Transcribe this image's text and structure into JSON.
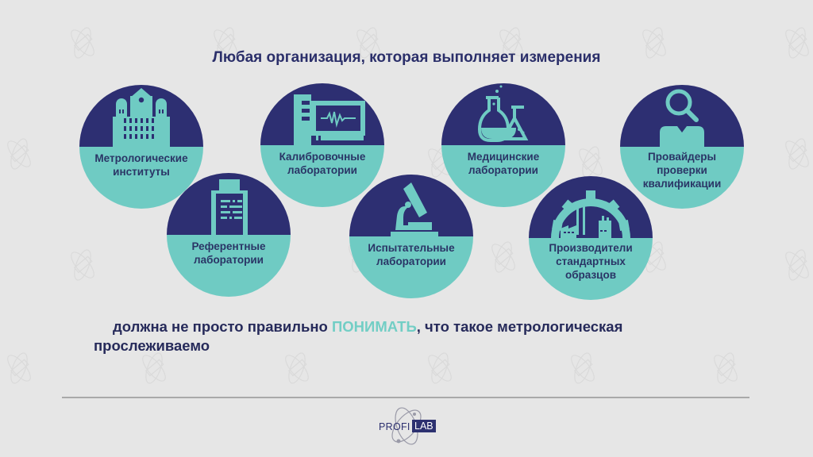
{
  "slide": {
    "title": "Любая организация, которая выполняет измерения",
    "circles": [
      {
        "label_line1": "Метрологические",
        "label_line2": "институты",
        "label_line3": "",
        "icon": "building-icon"
      },
      {
        "label_line1": "Калибровочные",
        "label_line2": "лаборатории",
        "label_line3": "",
        "icon": "calibration-monitor-icon"
      },
      {
        "label_line1": "Медицинские",
        "label_line2": "лаборатории",
        "label_line3": "",
        "icon": "lab-flasks-icon"
      },
      {
        "label_line1": "Провайдеры",
        "label_line2": "проверки",
        "label_line3": "квалификации",
        "icon": "magnifier-person-icon"
      },
      {
        "label_line1": "Референтные",
        "label_line2": "лаборатории",
        "label_line3": "",
        "icon": "clipboard-icon"
      },
      {
        "label_line1": "Испытательные",
        "label_line2": "лаборатории",
        "label_line3": "",
        "icon": "microscope-icon"
      },
      {
        "label_line1": "Производители",
        "label_line2": "стандартных",
        "label_line3": "образцов",
        "icon": "gear-factory-icon"
      }
    ],
    "body": {
      "part1": "должна не просто правильно ",
      "highlight": "ПОНИМАТЬ",
      "part2": ", что такое метрологическая прослеживаемо"
    },
    "logo": {
      "left": "PROFI",
      "right": "LAB"
    }
  },
  "colors": {
    "background": "#e6e6e6",
    "navy": "#2d2f72",
    "teal": "#6fcbc3",
    "text_dark": "#262a5a",
    "accent": "#72cec5"
  }
}
